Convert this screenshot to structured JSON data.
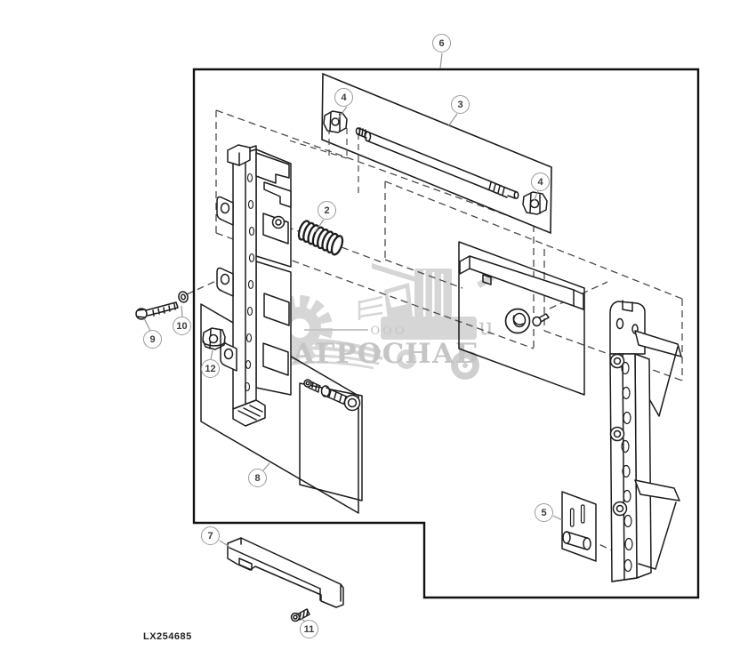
{
  "figure_code": "LX254685",
  "callouts": [
    {
      "num": "2"
    },
    {
      "num": "3"
    },
    {
      "num": "4"
    },
    {
      "num": "4"
    },
    {
      "num": "5"
    },
    {
      "num": "6"
    },
    {
      "num": "7"
    },
    {
      "num": "8"
    },
    {
      "num": "9"
    },
    {
      "num": "10"
    },
    {
      "num": "11"
    },
    {
      "num": "12"
    }
  ],
  "watermark": {
    "ooo": "ООО",
    "brand": "АГРОСНАБ",
    "suffix_letter": "u"
  },
  "colors": {
    "diagram_line": "#1c1c1c",
    "dashed_line": "#4a4a4a",
    "callout_ring": "#9a9a9a",
    "callout_number": "#3c3c3c",
    "watermark_gray": "#d6d6d6",
    "watermark_text_gray": "#c6c6c6",
    "background": "#ffffff"
  }
}
